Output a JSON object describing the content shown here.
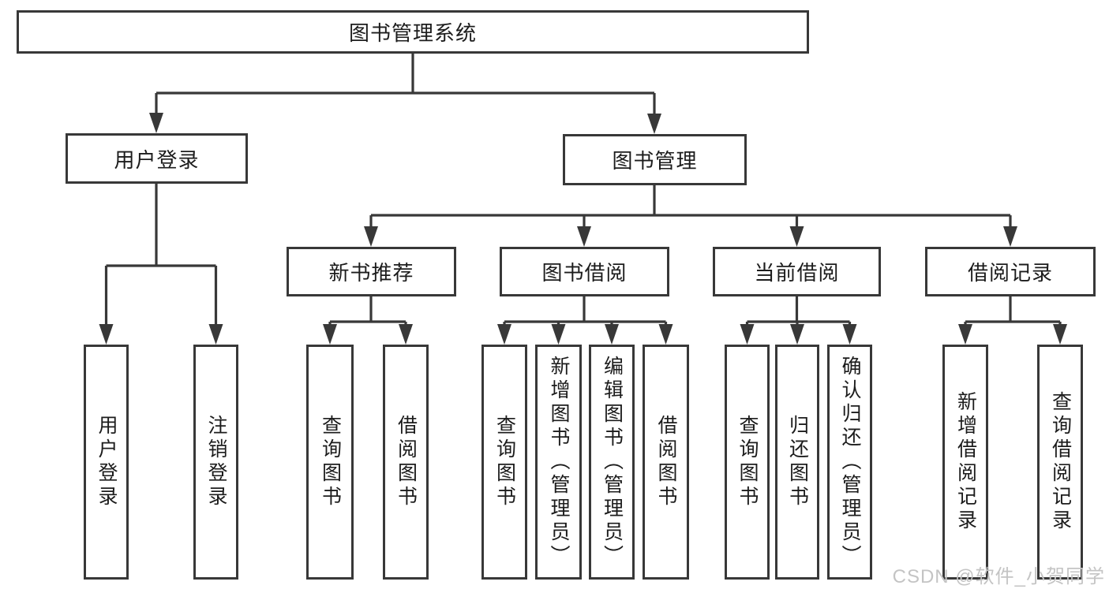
{
  "tree": {
    "label": "图书管理系统",
    "children": [
      {
        "label": "用户登录",
        "children": [
          {
            "label": "用户登录"
          },
          {
            "label": "注销登录"
          }
        ]
      },
      {
        "label": "图书管理",
        "children": [
          {
            "label": "新书推荐",
            "children": [
              {
                "label": "查询图书"
              },
              {
                "label": "借阅图书"
              }
            ]
          },
          {
            "label": "图书借阅",
            "children": [
              {
                "label": "查询图书"
              },
              {
                "label": "新增图书（管理员）"
              },
              {
                "label": "编辑图书（管理员）"
              },
              {
                "label": "借阅图书"
              }
            ]
          },
          {
            "label": "当前借阅",
            "children": [
              {
                "label": "查询图书"
              },
              {
                "label": "归还图书"
              },
              {
                "label": "确认归还（管理员）"
              }
            ]
          },
          {
            "label": "借阅记录",
            "children": [
              {
                "label": "新增借阅记录"
              },
              {
                "label": "查询借阅记录"
              }
            ]
          }
        ]
      }
    ]
  },
  "watermark": {
    "text": "CSDN @软件_小贺同学"
  },
  "colors": {
    "line": "#383838",
    "text": "#1c1c1c",
    "watermark": "#c4c4c4",
    "background": "#ffffff"
  }
}
